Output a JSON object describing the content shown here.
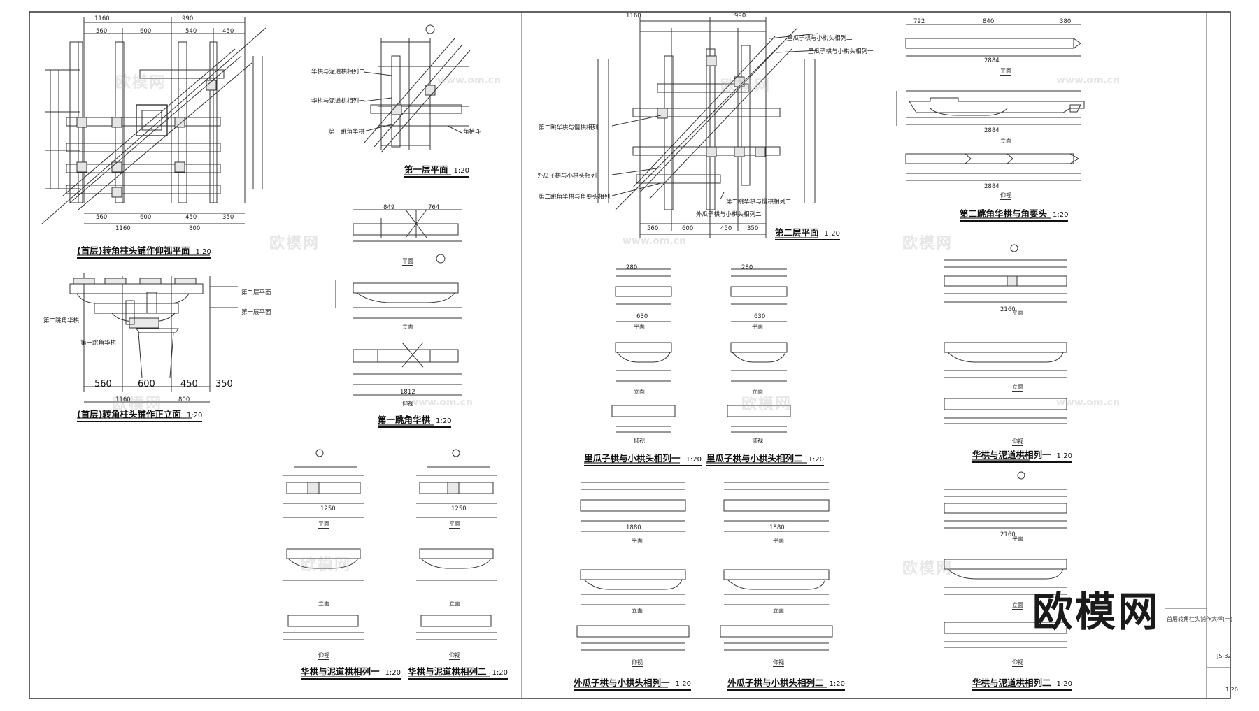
{
  "drawing": {
    "titles": {
      "t1": {
        "text": "(首层)转角柱头铺作仰视平面",
        "scale": "1:20"
      },
      "t2": {
        "text": "(首层)转角柱头铺作正立面",
        "scale": "1:20"
      },
      "t3": {
        "text": "第一层平面",
        "scale": "1:20"
      },
      "t4": {
        "text": "第一跳角华栱",
        "scale": "1:20"
      },
      "t5": {
        "text": "华栱与泥道栱相列一",
        "scale": "1:20"
      },
      "t6": {
        "text": "华栱与泥道栱相列二",
        "scale": "1:20"
      },
      "t7": {
        "text": "第二层平面",
        "scale": "1:20"
      },
      "t8": {
        "text": "里瓜子栱与小栱头相列一",
        "scale": "1:20"
      },
      "t9": {
        "text": "里瓜子栱与小栱头相列二",
        "scale": "1:20"
      },
      "t10": {
        "text": "外瓜子栱与小栱头相列一",
        "scale": "1:20"
      },
      "t11": {
        "text": "外瓜子栱与小栱头相列二",
        "scale": "1:20"
      },
      "t12": {
        "text": "第二跳角华栱与角耍头",
        "scale": "1:20"
      },
      "t13": {
        "text": "华栱与泥道栱相列一",
        "scale": "1:20"
      },
      "t14": {
        "text": "华栱与泥道栱相列二",
        "scale": "1:20"
      }
    },
    "notes": {
      "n1": "华栱与泥道栱相列二",
      "n2": "华栱与泥道栱相列一",
      "n3": "第一跳角华栱",
      "n4": "角栌斗",
      "n5": "第二层平面",
      "n6": "第一层平面",
      "n7": "第二跳角华栱",
      "n8": "第一跳角华栱",
      "n9": "里瓜子栱与小栱头相列二",
      "n10": "里瓜子栱与小栱头相列一",
      "n11": "第二跳华栱与慢栱相列一",
      "n12": "外瓜子栱与小栱头相列一",
      "n13": "第二跳角华栱与角耍头相列",
      "n14": "第二跳华栱与慢栱相列二",
      "n15": "外瓜子栱与小栱头相列二"
    },
    "view_labels": {
      "plan": "平面",
      "elevation": "立面",
      "bottom": "仰视",
      "scale": "1:20"
    },
    "dims": {
      "d1160": "1160",
      "d990": "990",
      "d560": "560",
      "d600": "600",
      "d540": "540",
      "d450": "450",
      "d350": "350",
      "d800": "800",
      "d1250": "1250",
      "d1812": "1812",
      "d2884": "2884",
      "d1880": "1880",
      "d2160": "2160",
      "d849": "849",
      "d764": "764",
      "d792": "792",
      "d840": "840",
      "d380": "380",
      "d630": "630",
      "d280": "280"
    },
    "sheet_title": "首层转角柱头铺作大样(一)",
    "sheet_number": "JS-32",
    "sheet_scale": "1:20",
    "watermark": "欧模网",
    "watermark_url": "www.om.cn",
    "logo": "欧模网"
  }
}
